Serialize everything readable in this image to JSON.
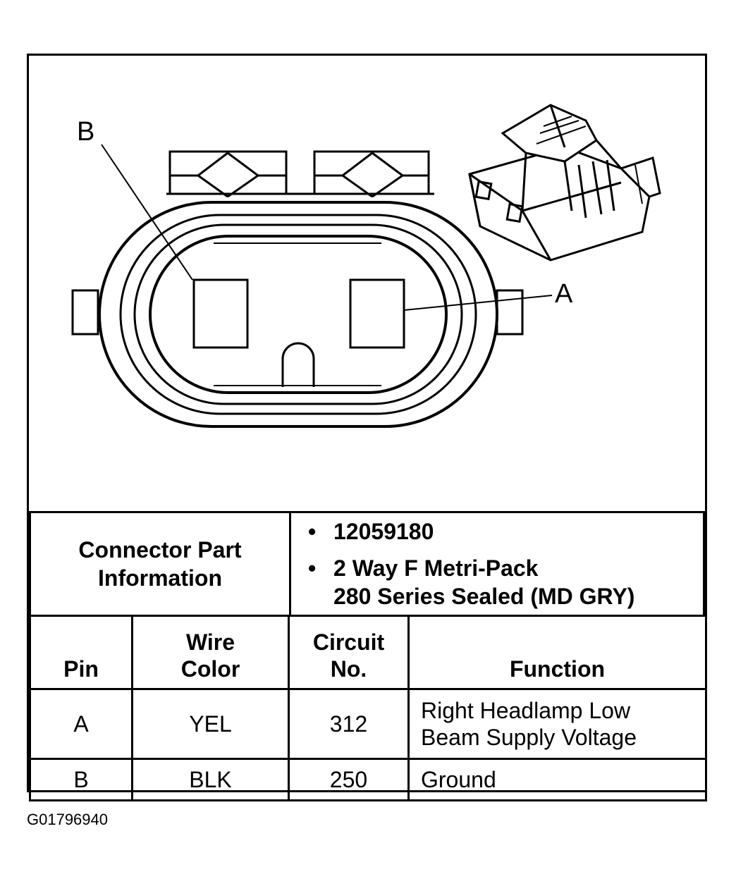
{
  "diagram": {
    "labels": {
      "pin_b": "B",
      "pin_a": "A"
    }
  },
  "connector_info": {
    "label": "Connector Part Information",
    "part_number": "12059180",
    "description_line1": "2 Way F Metri-Pack",
    "description_line2": "280 Series Sealed (MD GRY)"
  },
  "pin_table": {
    "headers": {
      "pin": "Pin",
      "wire_color": "Wire Color",
      "circuit": "Circuit No.",
      "function": "Function"
    },
    "rows": [
      {
        "pin": "A",
        "wire_color": "YEL",
        "circuit": "312",
        "function": "Right Headlamp Low Beam Supply Voltage"
      },
      {
        "pin": "B",
        "wire_color": "BLK",
        "circuit": "250",
        "function": "Ground"
      }
    ]
  },
  "figure_id": "G01796940"
}
